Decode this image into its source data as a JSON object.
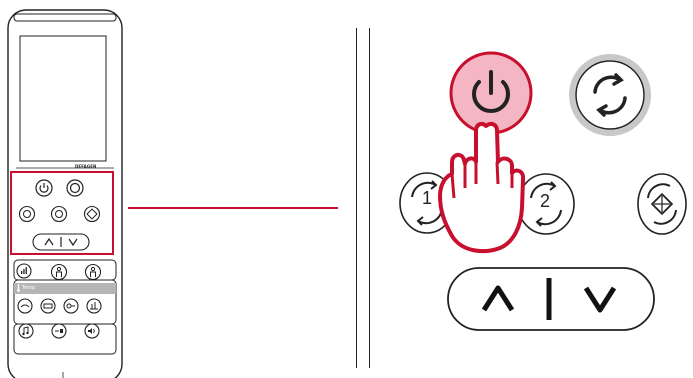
{
  "remote": {
    "brand_label": "DEFAGEN",
    "temp_label": "Temp",
    "sections": [
      "power-mode",
      "swing-fan",
      "temperature-arrows",
      "fan-speed",
      "temp-modes",
      "sound-timer-volume"
    ]
  },
  "zoom": {
    "swing_1_label": "1",
    "swing_2_label": "2",
    "highlight_color": "#c8102e",
    "power_fill": "#f4b6c2",
    "mode_ring": "#c8c8c8"
  },
  "icons": {
    "power": "power-icon",
    "mode": "cycle-icon",
    "swing1": "swing-1-icon",
    "swing2": "swing-2-icon",
    "swing3d": "swing-3d-icon",
    "up": "chevron-up-icon",
    "down": "chevron-down-icon",
    "hand": "pointing-hand-icon"
  }
}
